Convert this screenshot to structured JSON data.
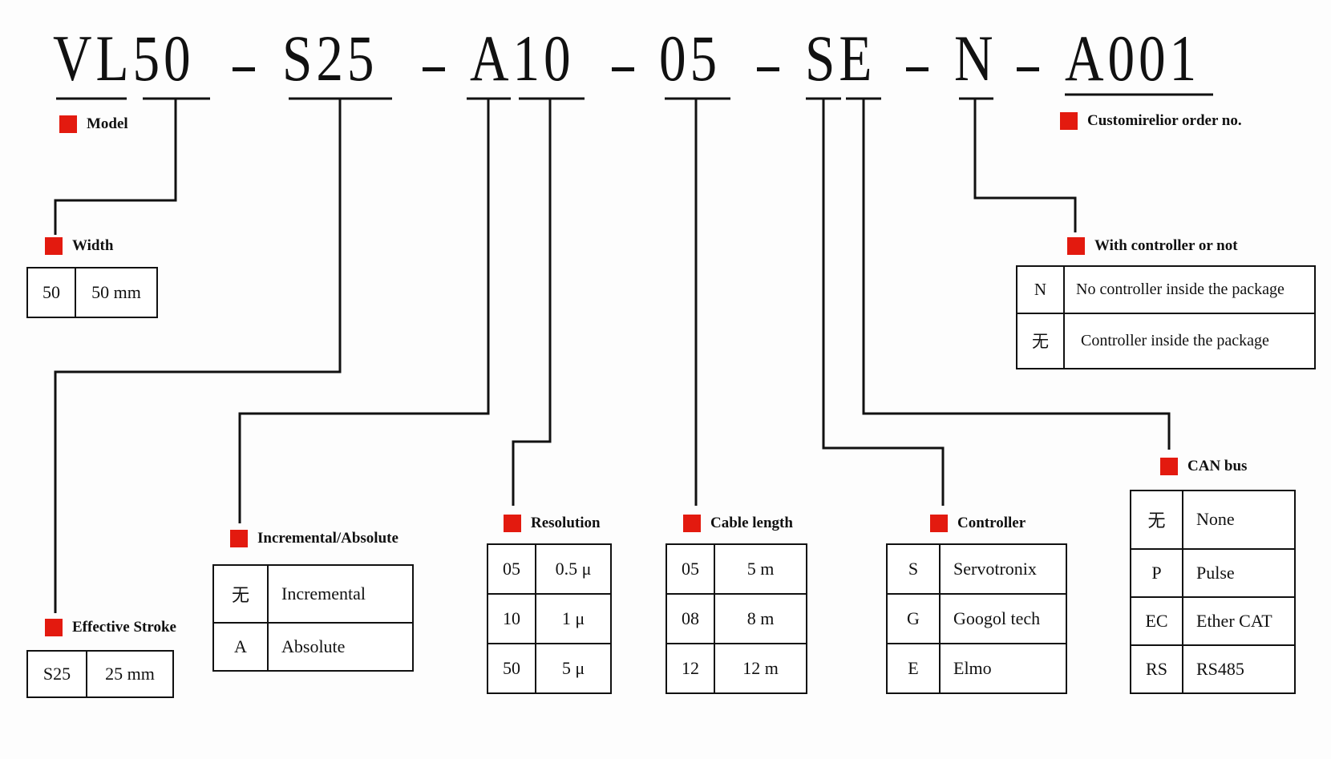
{
  "code": {
    "segments": [
      "VL50",
      "S25",
      "A10",
      "05",
      "SE",
      "N",
      "A001"
    ],
    "separator": "-"
  },
  "accent_color": "#e31a0f",
  "fields": {
    "model": {
      "title": "Model"
    },
    "customer_order": {
      "title": "Customirelior order no."
    },
    "width": {
      "title": "Width",
      "rows": [
        {
          "code": "50",
          "desc": "50 mm"
        }
      ]
    },
    "stroke": {
      "title": "Effective Stroke",
      "rows": [
        {
          "code": "S25",
          "desc": "25 mm"
        }
      ]
    },
    "inc_abs": {
      "title": "Incremental/Absolute",
      "rows": [
        {
          "code": "无",
          "desc": "Incremental"
        },
        {
          "code": "A",
          "desc": "Absolute"
        }
      ]
    },
    "resolution": {
      "title": "Resolution",
      "rows": [
        {
          "code": "05",
          "desc": "0.5 μ"
        },
        {
          "code": "10",
          "desc": "1 μ"
        },
        {
          "code": "50",
          "desc": "5 μ"
        }
      ]
    },
    "cable": {
      "title": "Cable length",
      "rows": [
        {
          "code": "05",
          "desc": "5 m"
        },
        {
          "code": "08",
          "desc": "8 m"
        },
        {
          "code": "12",
          "desc": "12 m"
        }
      ]
    },
    "controller": {
      "title": "Controller",
      "rows": [
        {
          "code": "S",
          "desc": "Servotronix"
        },
        {
          "code": "G",
          "desc": "Googol tech"
        },
        {
          "code": "E",
          "desc": "Elmo"
        }
      ]
    },
    "can_bus": {
      "title": "CAN bus",
      "rows": [
        {
          "code": "无",
          "desc": "None"
        },
        {
          "code": "P",
          "desc": "Pulse"
        },
        {
          "code": "EC",
          "desc": "Ether CAT"
        },
        {
          "code": "RS",
          "desc": "RS485"
        }
      ]
    },
    "with_controller": {
      "title": "With controller or not",
      "rows": [
        {
          "code": "N",
          "desc": "No controller inside the package"
        },
        {
          "code": "无",
          "desc": "Controller inside the package"
        }
      ]
    }
  }
}
